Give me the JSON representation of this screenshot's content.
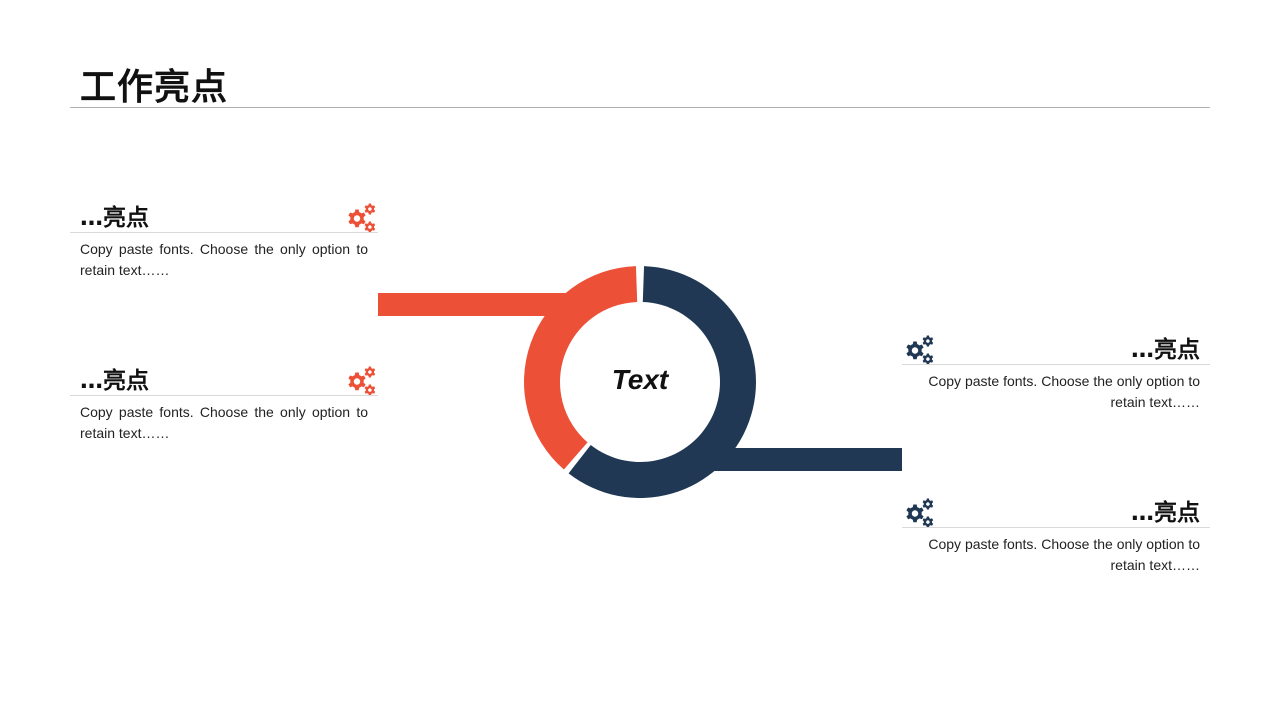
{
  "page": {
    "title": "工作亮点"
  },
  "colors": {
    "accent": "#EC5037",
    "dark": "#203853",
    "rule": "#b0b0b0"
  },
  "center": {
    "label": "Text"
  },
  "cards": [
    {
      "heading": "…亮点",
      "text": "Copy paste fonts. Choose the only option to retain text……",
      "icon": "gears-icon",
      "color": "#EC5037"
    },
    {
      "heading": "…亮点",
      "text": "Copy paste fonts. Choose the only option to retain text……",
      "icon": "gears-icon",
      "color": "#EC5037"
    },
    {
      "heading": "…亮点",
      "text": "Copy paste fonts. Choose the only option to retain text……",
      "icon": "gears-icon",
      "color": "#203853"
    },
    {
      "heading": "…亮点",
      "text": "Copy paste fonts. Choose the only option to retain text……",
      "icon": "gears-icon",
      "color": "#203853"
    }
  ]
}
